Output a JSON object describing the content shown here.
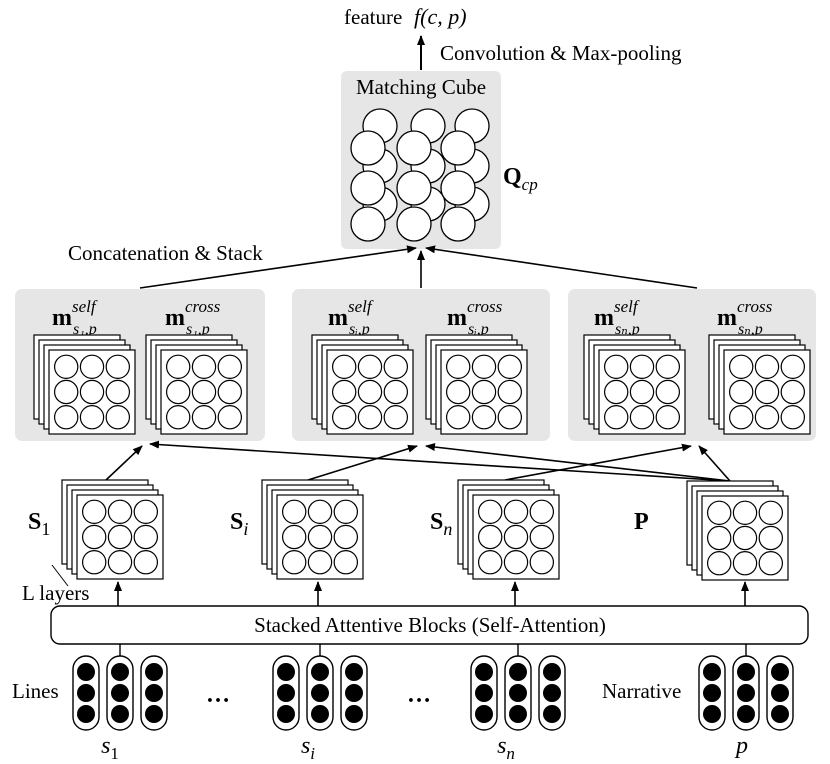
{
  "top": {
    "feature_word": "feature",
    "feature_math": "f(c, p)",
    "conv_label": "Convolution & Max-pooling"
  },
  "cube": {
    "title": "Matching Cube",
    "symbol_main": "Q",
    "symbol_sub": "cp"
  },
  "concat_label": "Concatenation & Stack",
  "match_groups": [
    {
      "self_sub": "s₁,p",
      "cross_sub": "s₁,p"
    },
    {
      "self_sub": "sᵢ,p",
      "cross_sub": "sᵢ,p"
    },
    {
      "self_sub": "sₙ,p",
      "cross_sub": "sₙ,p"
    }
  ],
  "match_symbol": "m",
  "self_sup": "self",
  "cross_sup": "cross",
  "reps": [
    {
      "main": "S",
      "sub": "1"
    },
    {
      "main": "S",
      "sub": "i"
    },
    {
      "main": "S",
      "sub": "n"
    },
    {
      "main": "P",
      "sub": ""
    }
  ],
  "l_layers": "L layers",
  "encoder_label": "Stacked Attentive Blocks (Self-Attention)",
  "inputs": {
    "lines_label": "Lines",
    "narrative_label": "Narrative",
    "ellipsis": "…",
    "tokens": [
      {
        "main": "s",
        "sub": "1"
      },
      {
        "main": "s",
        "sub": "i"
      },
      {
        "main": "s",
        "sub": "n"
      },
      {
        "main": "p",
        "sub": ""
      }
    ]
  }
}
